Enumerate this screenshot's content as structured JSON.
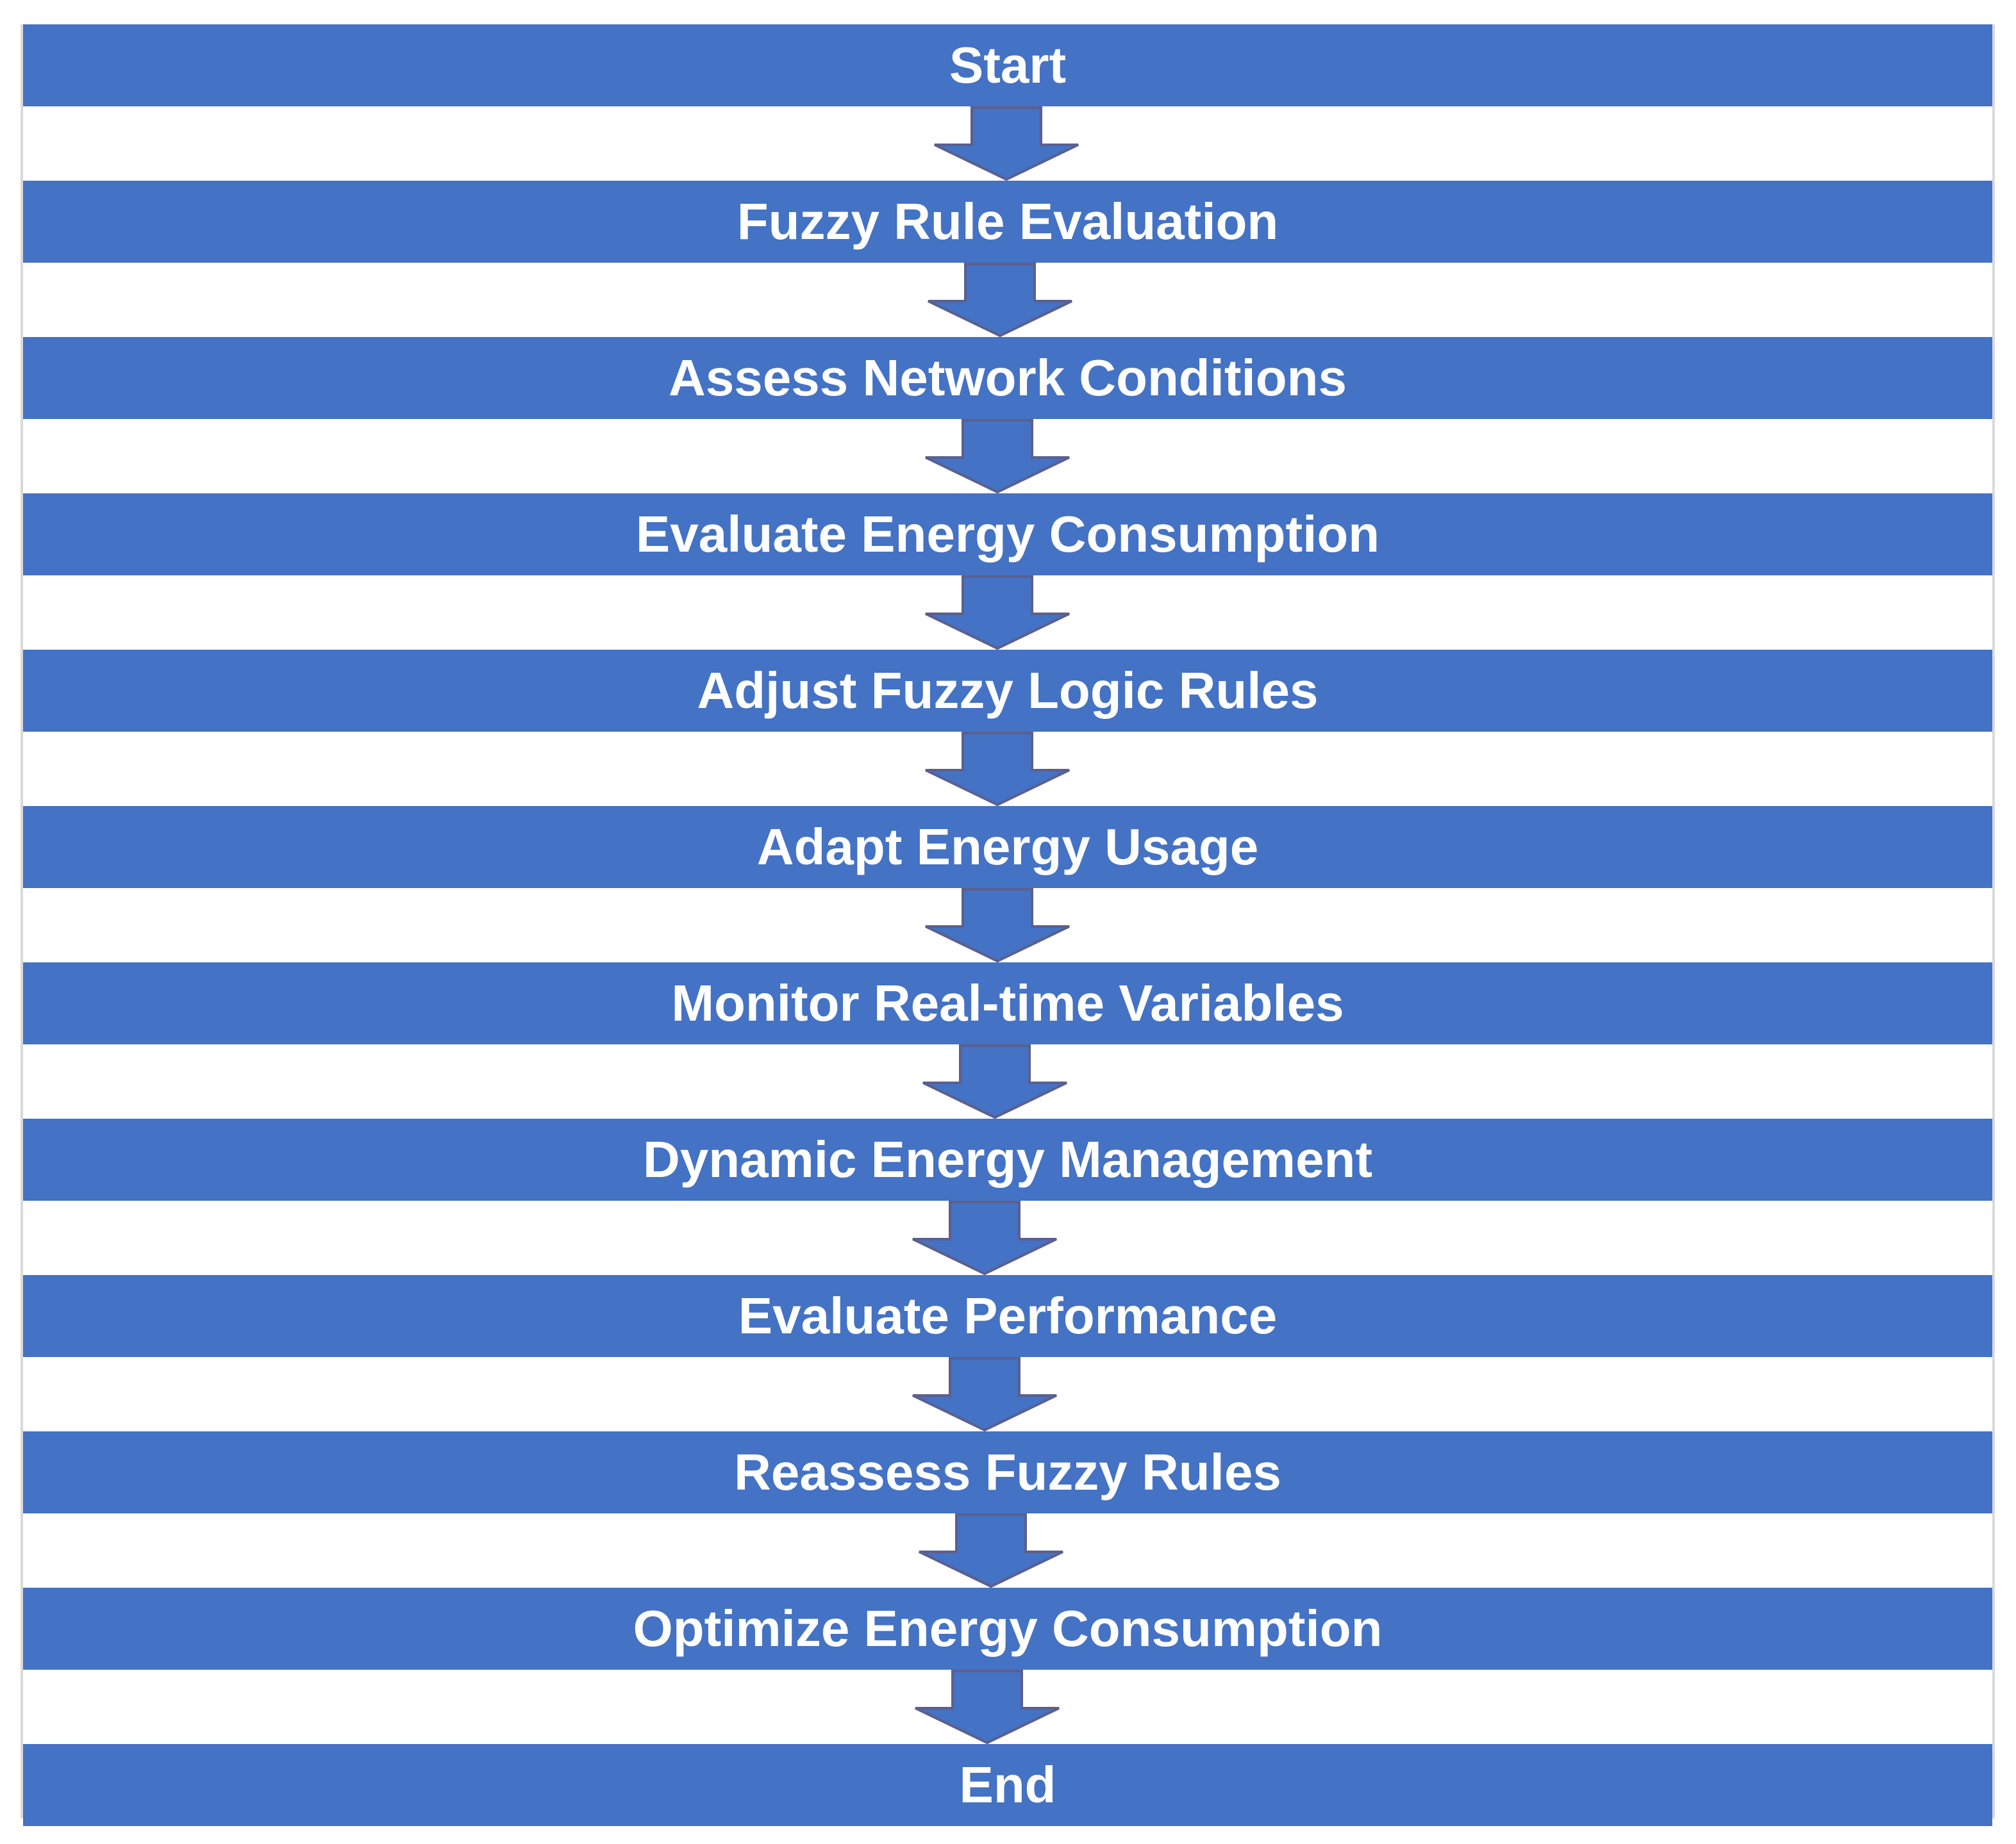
{
  "diagram": {
    "steps": [
      "Start",
      "Fuzzy Rule Evaluation",
      "Assess Network Conditions",
      "Evaluate Energy Consumption",
      "Adjust Fuzzy Logic Rules",
      "Adapt Energy Usage",
      "Monitor Real-time Variables",
      "Dynamic Energy Management",
      "Evaluate Performance",
      "Reassess Fuzzy Rules",
      "Optimize Energy Consumption",
      "End"
    ],
    "colors": {
      "step_fill": "#4472c4",
      "step_text": "#ffffff",
      "arrow_fill": "#4472c4",
      "arrow_stroke": "#5b5f8f"
    }
  }
}
